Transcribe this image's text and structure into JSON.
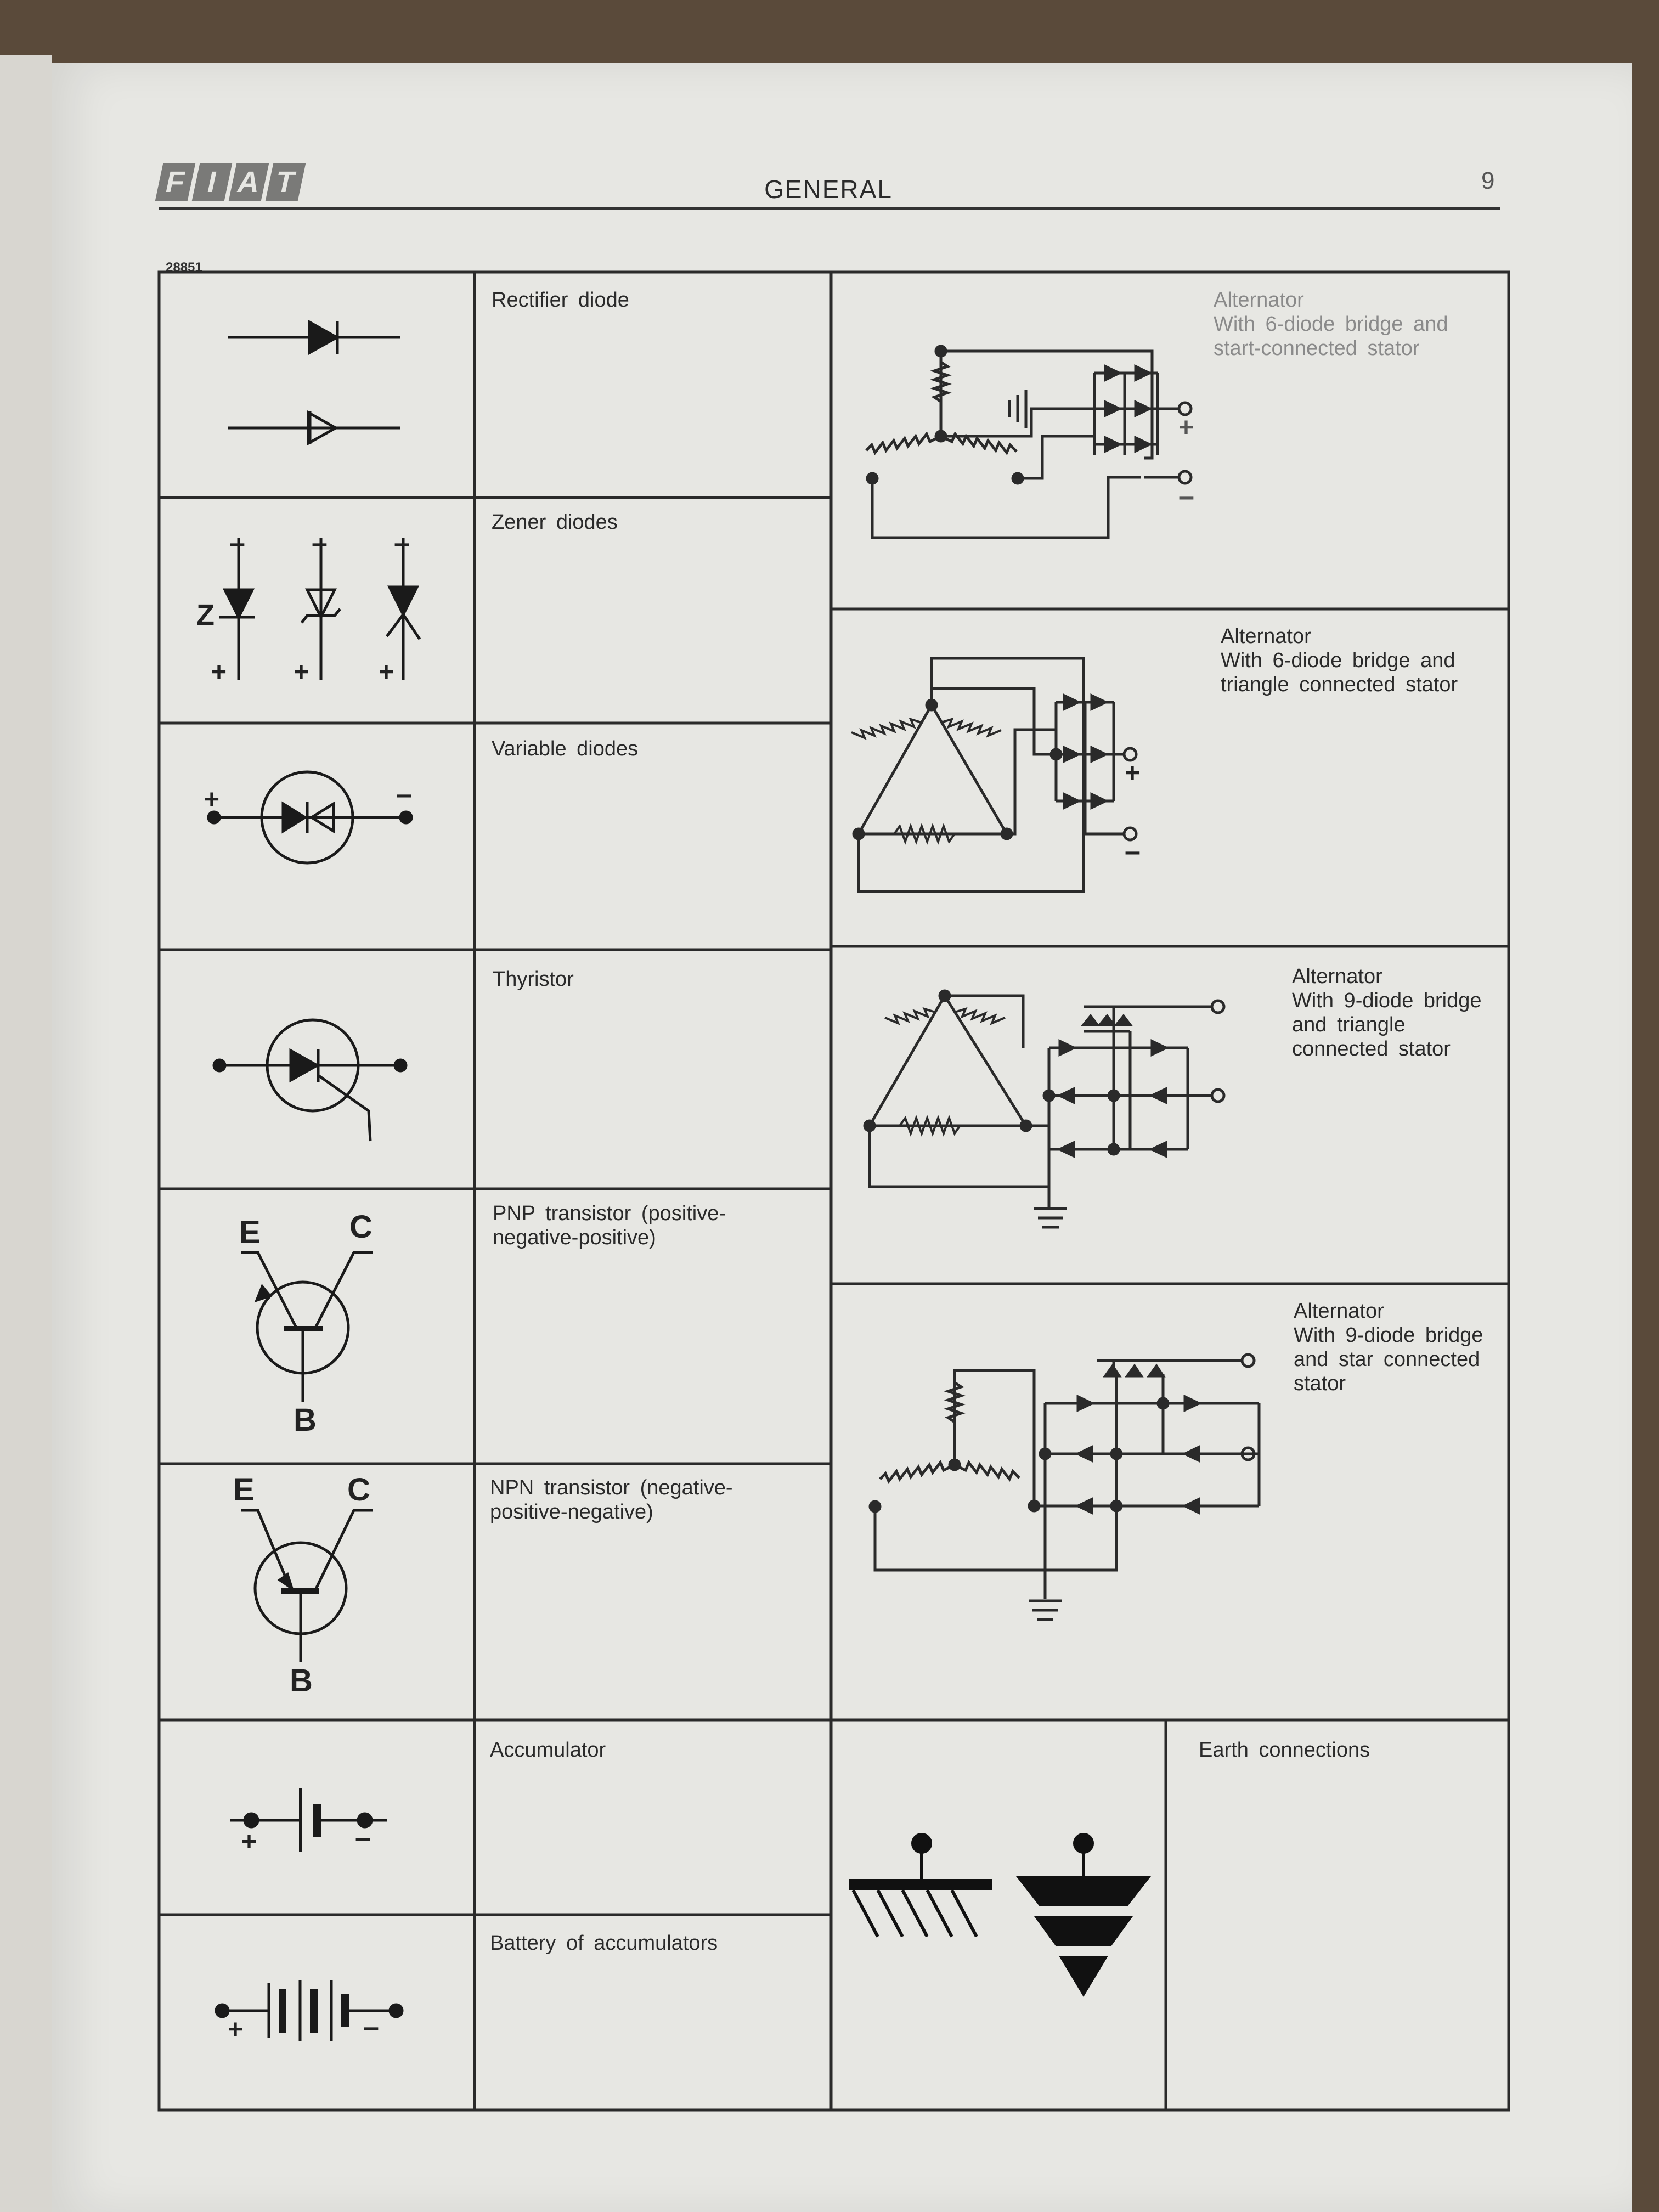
{
  "header": {
    "logo_letters": [
      "F",
      "I",
      "A",
      "T"
    ],
    "title": "GENERAL",
    "page_number": "9",
    "reference": "28851"
  },
  "symbols": [
    {
      "label": "Rectifier diode"
    },
    {
      "label": "Zener diodes",
      "marks": {
        "minus": "–",
        "plus": "+",
        "z": "Z"
      }
    },
    {
      "label": "Variable diodes",
      "marks": {
        "plus": "+",
        "minus": "–"
      }
    },
    {
      "label": "Thyristor"
    },
    {
      "label_lines": [
        "PNP transistor (positive-",
        "negative-positive)"
      ],
      "marks": {
        "e": "E",
        "c": "C",
        "b": "B"
      }
    },
    {
      "label_lines": [
        "NPN transistor (negative-",
        "positive-negative)"
      ],
      "marks": {
        "e": "E",
        "c": "C",
        "b": "B"
      }
    },
    {
      "label": "Accumulator",
      "marks": {
        "plus": "+",
        "minus": "–"
      }
    },
    {
      "label": "Battery of accumulators",
      "marks": {
        "plus": "+",
        "minus": "–"
      }
    }
  ],
  "alternators": [
    {
      "title": "Alternator",
      "lines": [
        "With 6-diode bridge and",
        "start-connected stator"
      ],
      "marks": {
        "plus": "+",
        "minus": "–"
      }
    },
    {
      "title": "Alternator",
      "lines": [
        "With 6-diode bridge and",
        "triangle connected stator"
      ],
      "marks": {
        "plus": "+",
        "minus": "–"
      }
    },
    {
      "title": "Alternator",
      "lines": [
        "With 9-diode bridge",
        "and triangle",
        "connected stator"
      ]
    },
    {
      "title": "Alternator",
      "lines": [
        "With 9-diode bridge",
        "and star connected",
        "stator"
      ]
    }
  ],
  "earth": {
    "label": "Earth connections"
  },
  "colors": {
    "paper": "#e7e7e3",
    "ink": "#2a2a2a"
  }
}
